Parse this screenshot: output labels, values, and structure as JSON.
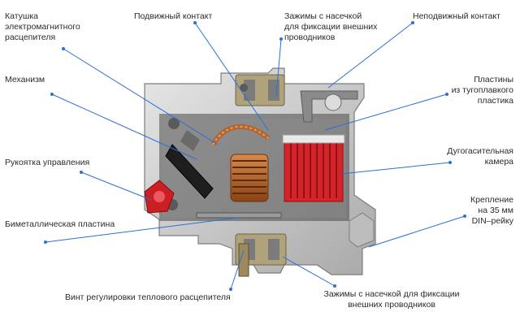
{
  "labels": {
    "coil": "Катушка\nэлектромагнитного\nрасцепителя",
    "moving_contact": "Подвижный контакт",
    "clamps_top": "Зажимы с насечкой\nдля фиксации внешних\nпроводников",
    "fixed_contact": "Неподвижный контакт",
    "mechanism": "Механизм",
    "plates": "Пластины\nиз тугоплавкого\nпластика",
    "handle": "Рукоятка управления",
    "arc_chamber": "Дугогасительная\nкамера",
    "bimetal": "Биметаллическая пластина",
    "din_mount": "Крепление\nна 35 мм\nDIN–рейку",
    "screw": "Винт регулировки теплового расцепителя",
    "clamps_bottom": "Зажимы с насечкой для фиксации\nвнешних проводников"
  },
  "colors": {
    "leader": "#2a6fd6",
    "housing": "#c9c9c9",
    "chamber": "#d4242a",
    "handle": "#cc1f24",
    "copper": "#b5652c"
  }
}
